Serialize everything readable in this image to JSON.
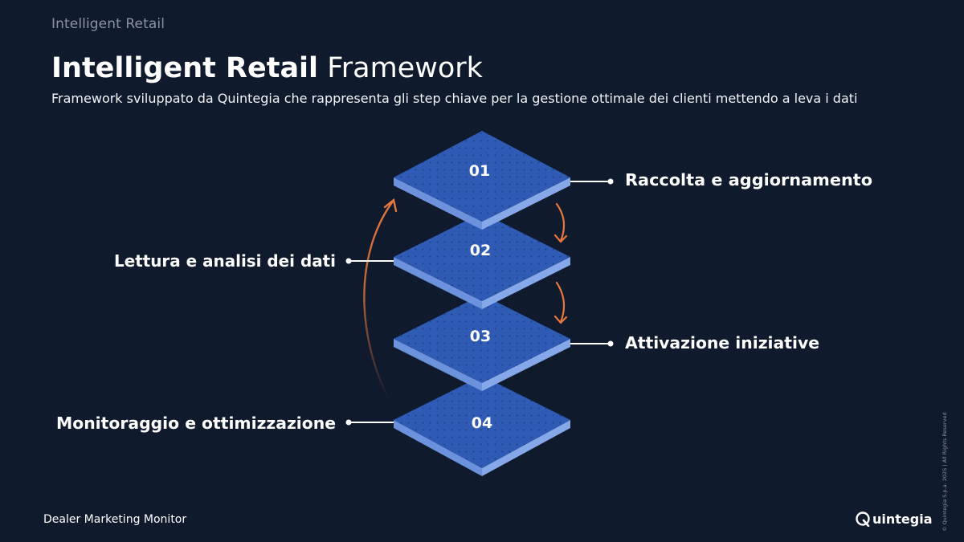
{
  "header": {
    "eyebrow": "Intelligent Retail",
    "title_bold": "Intelligent Retail",
    "title_regular": " Framework",
    "subtitle": "Framework sviluppato da Quintegia che rappresenta gli step chiave per la gestione ottimale dei clienti mettendo a leva i dati"
  },
  "steps": [
    {
      "number": "01",
      "label": "Raccolta e aggiornamento",
      "side": "right"
    },
    {
      "number": "02",
      "label": "Lettura e analisi dei dati",
      "side": "left"
    },
    {
      "number": "03",
      "label": "Attivazione iniziative",
      "side": "right"
    },
    {
      "number": "04",
      "label": "Monitoraggio e ottimizzazione",
      "side": "left"
    }
  ],
  "footer": {
    "left_text": "Dealer Marketing Monitor",
    "brand": "uintegia",
    "copyright": "© Quintegia S.p.a. 2025 | All Rights Reserved"
  },
  "colors": {
    "background": "#101a2d",
    "tile_top": "#2f5bb5",
    "tile_side": "#7ea2e6",
    "arrow_orange": "#e7773c"
  }
}
